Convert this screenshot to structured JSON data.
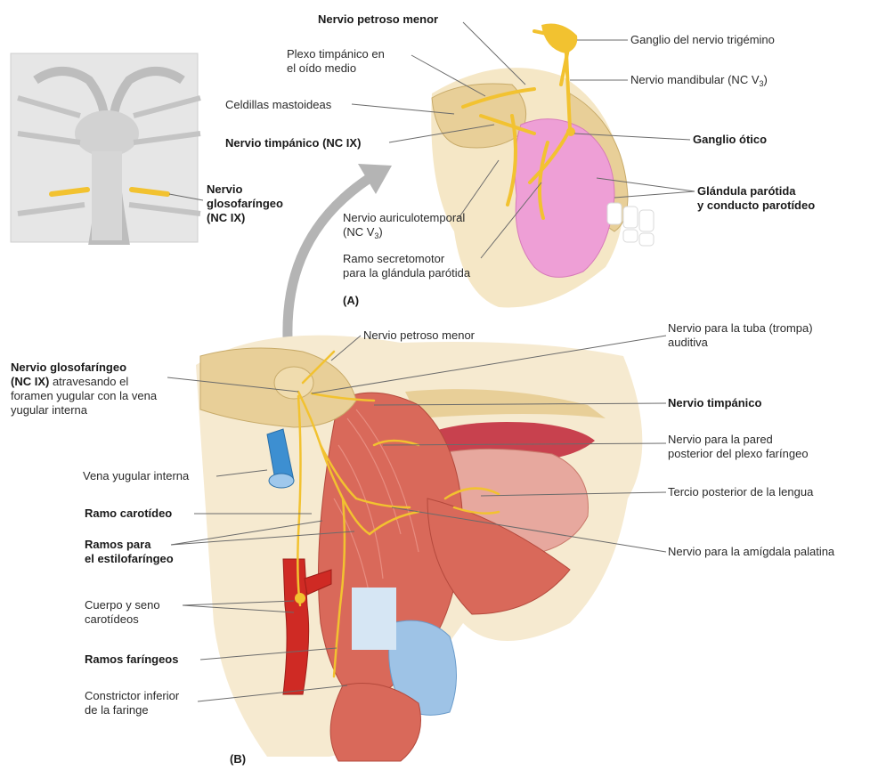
{
  "inset": {
    "label_line1": "Nervio",
    "label_line2": "glosofaríngeo",
    "label_line3": "(NC IX)"
  },
  "panel_a": {
    "tag": "(A)",
    "labels": {
      "petroso_menor": "Nervio petroso menor",
      "plexo_l1": "Plexo timpánico en",
      "plexo_l2": "el oído medio",
      "celdillas": "Celdillas mastoideas",
      "timpanico": "Nervio timpánico (NC IX)",
      "auriculo_l1": "Nervio auriculotemporal",
      "auriculo_l2_pre": "(NC V",
      "auriculo_l2_sub": "3",
      "auriculo_l2_post": ")",
      "secreto_l1": "Ramo secretomotor",
      "secreto_l2": "para la glándula parótida",
      "ganglio_trigemino": "Ganglio del nervio trigémino",
      "mandibular_pre": "Nervio mandibular (NC V",
      "mandibular_sub": "3",
      "mandibular_post": ")",
      "ganglio_otico": "Ganglio ótico",
      "parotida_l1": "Glándula parótida",
      "parotida_l2": "y conducto parotídeo"
    }
  },
  "panel_b": {
    "tag": "(B)",
    "labels": {
      "petroso_menor": "Nervio petroso menor",
      "glosofaringeo_bold1": "Nervio glosofaríngeo",
      "glosofaringeo_bold2": "(NC IX)",
      "glosofaringeo_rest2": " atravesando el",
      "glosofaringeo_l3": "foramen yugular con la vena",
      "glosofaringeo_l4": "yugular interna",
      "vena_yugular": "Vena yugular interna",
      "ramo_carotideo": "Ramo carotídeo",
      "estilo_l1": "Ramos para",
      "estilo_l2": "el estilofaríngeo",
      "cuerpo_l1": "Cuerpo y seno",
      "cuerpo_l2": "carotídeos",
      "ramos_faringeos": "Ramos faríngeos",
      "constrictor_l1": "Constrictor inferior",
      "constrictor_l2": "de la faringe",
      "tuba_l1": "Nervio para la tuba (trompa)",
      "tuba_l2": "auditiva",
      "timpanico": "Nervio timpánico",
      "pared_l1": "Nervio para la pared",
      "pared_l2": "posterior del plexo faríngeo",
      "lengua": "Tercio posterior de la lengua",
      "amigdala": "Nervio para la amígdala palatina"
    }
  },
  "colors": {
    "nerve": "#f2c230",
    "bone": "#e8cf98",
    "gland": "#ee9fd6",
    "muscle": "#d9695a",
    "artery": "#cf2a24",
    "vein": "#3d8fd1",
    "cartilage": "#9ec3e6",
    "arrow": "#b4b4b4"
  }
}
